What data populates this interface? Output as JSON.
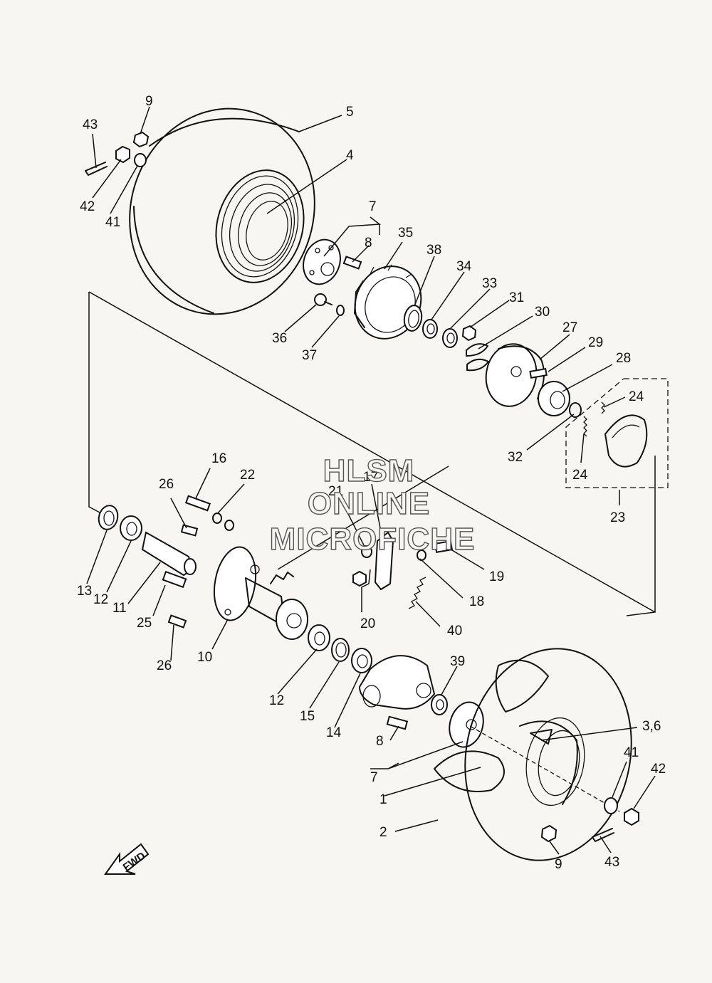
{
  "diagram": {
    "callouts": [
      "1",
      "2",
      "3,6",
      "4",
      "5",
      "7",
      "7",
      "8",
      "8",
      "9",
      "9",
      "10",
      "11",
      "12",
      "12",
      "13",
      "14",
      "15",
      "16",
      "17",
      "18",
      "19",
      "20",
      "21",
      "22",
      "23",
      "24",
      "24",
      "25",
      "26",
      "26",
      "27",
      "28",
      "29",
      "30",
      "31",
      "32",
      "33",
      "34",
      "35",
      "36",
      "37",
      "38",
      "39",
      "40",
      "41",
      "41",
      "42",
      "42",
      "43",
      "43"
    ],
    "direction_label": "FWD",
    "watermark": [
      "HLSM",
      "ONLINE",
      "MICROFICHE"
    ]
  }
}
